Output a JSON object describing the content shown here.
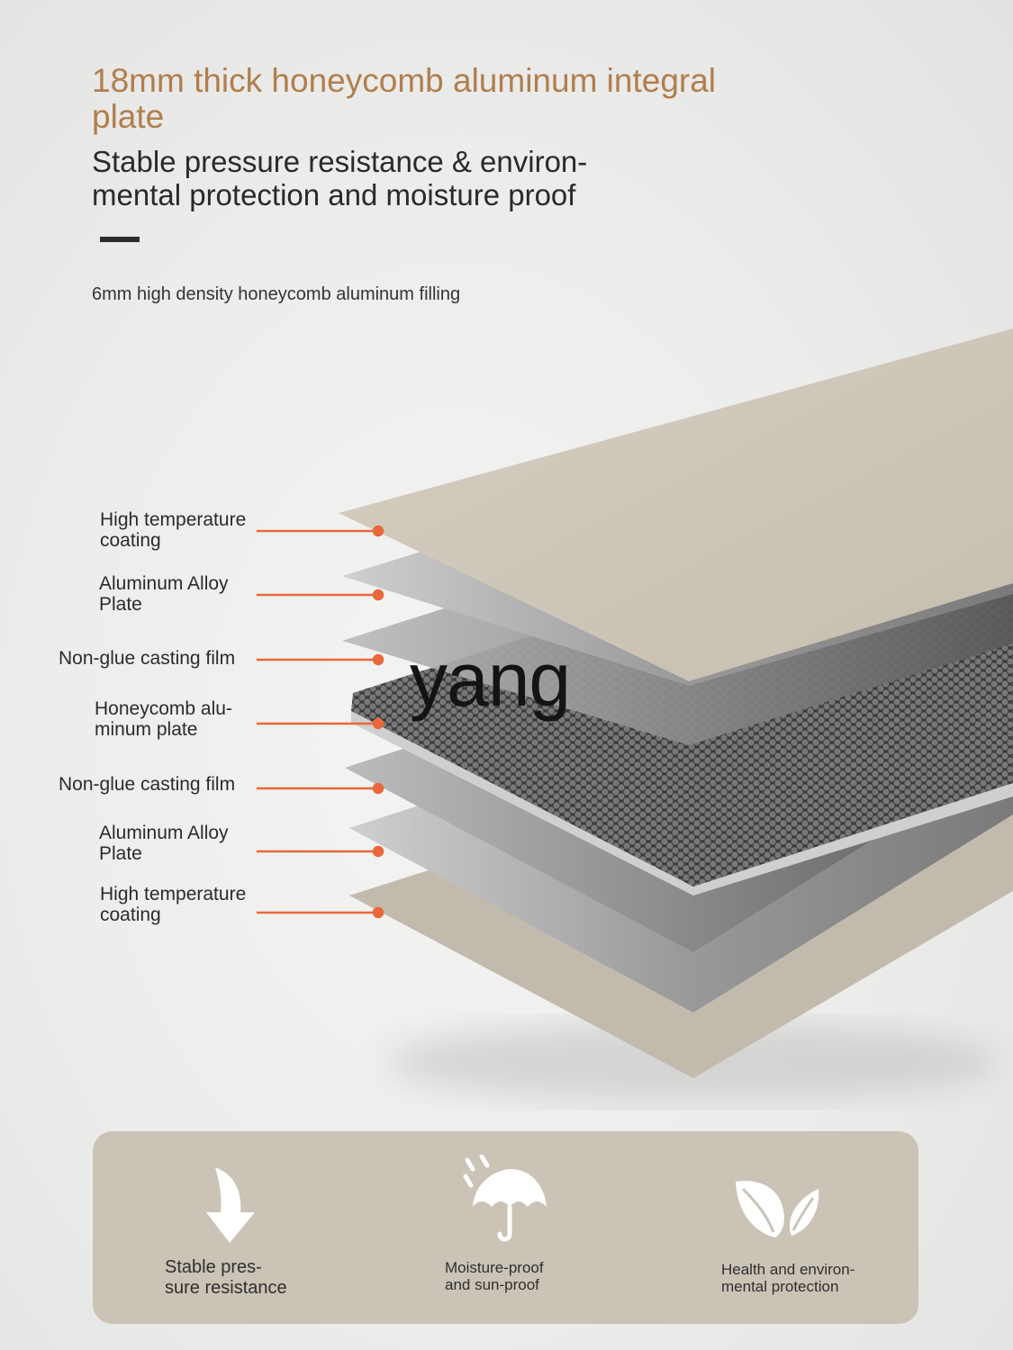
{
  "header": {
    "title": "18mm thick honeycomb aluminum integral\nplate",
    "subtitle": "Stable pressure resistance & environ-\nmental protection and moisture proof",
    "filling_note": "6mm high density honeycomb aluminum filling"
  },
  "layers": [
    {
      "label": "High temperature\ncoating"
    },
    {
      "label": "Aluminum Alloy\nPlate"
    },
    {
      "label": "Non-glue casting film"
    },
    {
      "label": "Honeycomb alu-\nminum plate"
    },
    {
      "label": "Non-glue casting film"
    },
    {
      "label": "Aluminum Alloy\nPlate"
    },
    {
      "label": "High temperature\ncoating"
    }
  ],
  "watermark": "yang",
  "features": [
    {
      "label": "Stable pres-\nsure resistance",
      "icon": "down-arrow-icon"
    },
    {
      "label": "Moisture-proof\nand sun-proof",
      "icon": "umbrella-icon"
    },
    {
      "label": "Health and environ-\nmental protection",
      "icon": "leaf-icon"
    }
  ],
  "colors": {
    "title_accent": "#b07e4c",
    "leader_line": "#e8683a",
    "feature_bar": "#cac3b6",
    "coating": "#cdc5b7"
  }
}
